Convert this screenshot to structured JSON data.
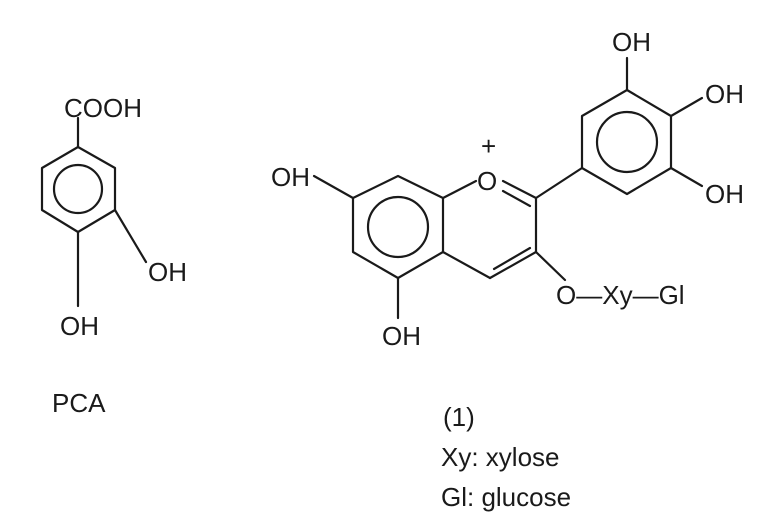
{
  "pca": {
    "cooh": "COOH",
    "oh_meta": "OH",
    "oh_para": "OH",
    "name": "PCA"
  },
  "compound1": {
    "oh_7": "OH",
    "oh_5": "OH",
    "ring_o": "O",
    "charge": "+",
    "oh_3p": "OH",
    "oh_4p": "OH",
    "oh_5p": "OH",
    "substituent": "O—Xy—Gl",
    "number": "(1)",
    "legend_xy": "Xy: xylose",
    "legend_gl": "Gl: glucose"
  }
}
